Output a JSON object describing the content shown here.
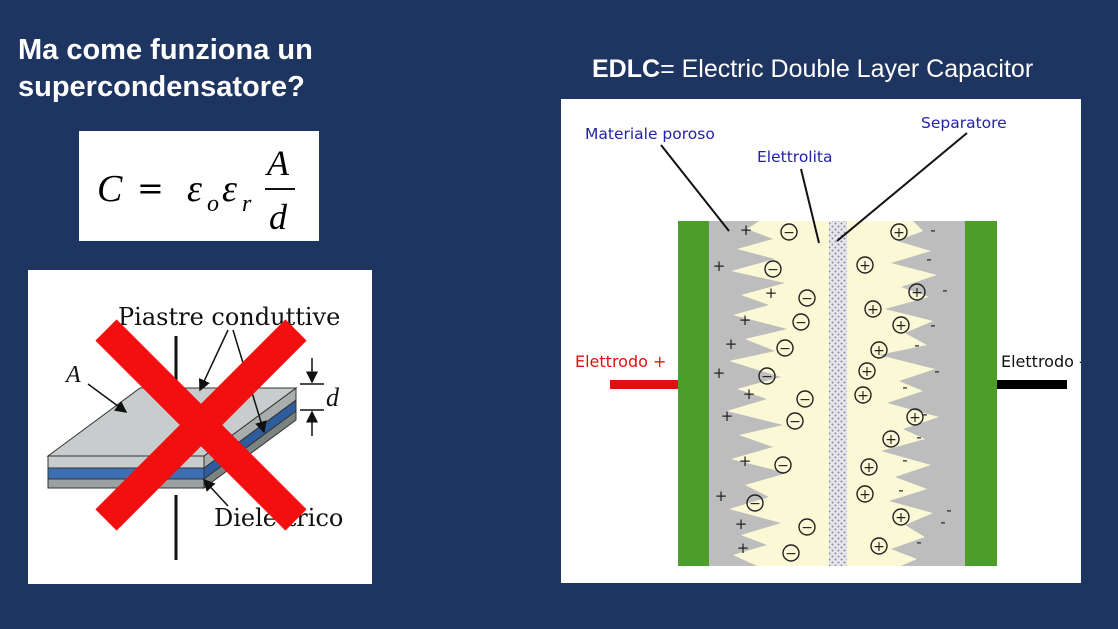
{
  "title": {
    "line1": "Ma come funziona un",
    "line2": "supercondensatore?"
  },
  "formula": {
    "C": "C",
    "eq": "=",
    "eps": "ε",
    "sub0": "o",
    "subr": "r",
    "A": "A",
    "d": "d"
  },
  "plate_diagram": {
    "label_plates": "Piastre conduttive",
    "label_area": "A",
    "label_distance": "d",
    "label_dielectric": "Dielettrico",
    "cross_color": "#f20f0f"
  },
  "edlc": {
    "title_abbr": "EDLC",
    "title_rest": "= Electric Double Layer Capacitor",
    "label_porous": "Materiale poroso",
    "label_electrolyte": "Elettrolita",
    "label_separator": "Separatore",
    "label_electrode_pos": "Elettrodo +",
    "label_electrode_neg": "Elettrodo -",
    "colors": {
      "electrode": "#4b9e2c",
      "porous": "#bdbdbd",
      "electrolyte": "#fbf8d6",
      "positive_lead": "#e01010",
      "negative_lead": "#000000",
      "label_blue": "#2222aa"
    }
  }
}
